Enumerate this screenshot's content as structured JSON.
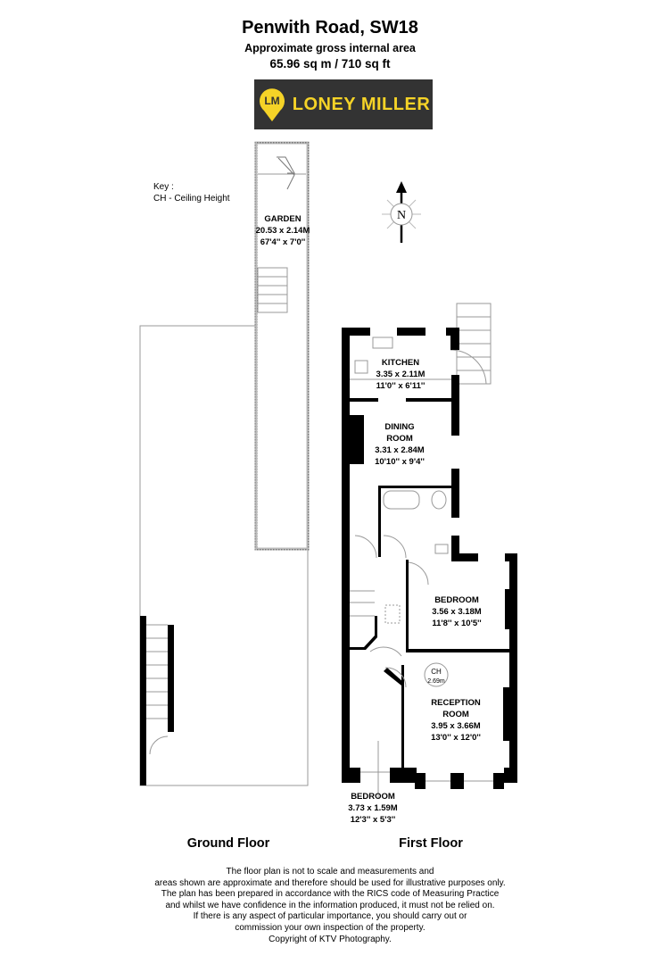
{
  "header": {
    "title": "Penwith Road, SW18",
    "area_label": "Approximate gross internal area",
    "area_value": "65.96 sq m / 710 sq ft"
  },
  "logo": {
    "monogram": "LM",
    "text": "LONEY MILLER",
    "bg": "#333333",
    "accent": "#f5d327"
  },
  "key": {
    "title": "Key :",
    "entry": "CH - Ceiling Height"
  },
  "compass": {
    "letter": "N"
  },
  "rooms": {
    "garden": {
      "name": "GARDEN",
      "metric": "20.53 x 2.14M",
      "imperial": "67'4'' x 7'0''"
    },
    "kitchen": {
      "name": "KITCHEN",
      "metric": "3.35 x 2.11M",
      "imperial": "11'0'' x 6'11''"
    },
    "dining": {
      "name1": "DINING",
      "name2": "ROOM",
      "metric": "3.31 x 2.84M",
      "imperial": "10'10'' x 9'4''"
    },
    "bedroom1": {
      "name": "BEDROOM",
      "metric": "3.56 x 3.18M",
      "imperial": "11'8'' x 10'5''"
    },
    "reception": {
      "name1": "RECEPTION",
      "name2": "ROOM",
      "metric": "3.95 x 3.66M",
      "imperial": "13'0'' x 12'0''"
    },
    "bedroom2": {
      "name": "BEDROOM",
      "metric": "3.73 x 1.59M",
      "imperial": "12'3'' x 5'3''"
    }
  },
  "ceiling_height": {
    "label": "CH",
    "value": "2.69m"
  },
  "floors": {
    "ground": "Ground Floor",
    "first": "First Floor"
  },
  "footer": [
    "The floor plan is not to scale and measurements and",
    "areas shown are approximate and therefore should be used for illustrative purposes only.",
    "The plan has been prepared in accordance with the RICS code of Measuring Practice",
    "and whilst we have confidence in the information produced, it must not be relied on.",
    "If there is any aspect of particular importance, you should carry out or",
    "commission your own inspection of the property.",
    "Copyright of KTV Photography."
  ]
}
